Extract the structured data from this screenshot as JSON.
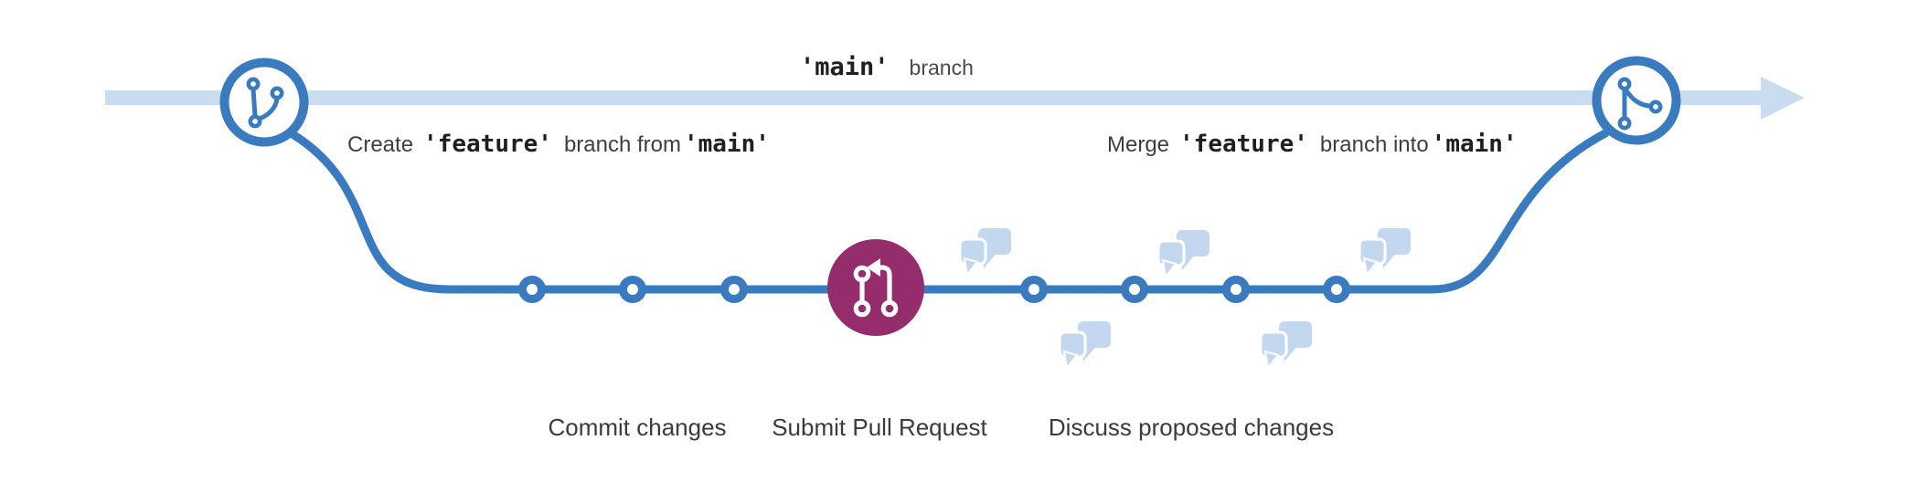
{
  "title": {
    "branch_name": "'main'",
    "suffix": "branch"
  },
  "annotations": {
    "create": {
      "prefix": "Create",
      "branch": "'feature'",
      "middle": "branch from",
      "target": "'main'"
    },
    "merge": {
      "prefix": "Merge",
      "branch": "'feature'",
      "middle": "branch into",
      "target": "'main'"
    }
  },
  "steps": {
    "commit": "Commit changes",
    "pull_request": "Submit Pull Request",
    "discuss": "Discuss proposed changes"
  },
  "diagram": {
    "commits_before_pull_request": 3,
    "commits_after_pull_request": 4,
    "discussion_bubble_groups": 5
  },
  "icons": {
    "left_node": "git-branch-icon",
    "right_node": "git-merge-icon",
    "center_node": "git-pull-request-icon",
    "discussion": "speech-bubbles-icon",
    "main_line_end": "arrow-right-icon"
  },
  "colors": {
    "branch-blue": "#3a7bbf",
    "main-line-blue": "#cadcf0",
    "bubble-blue": "#c3d8ee",
    "pr-purple": "#952c6c",
    "label-text": "#3e3e3e",
    "code-text": "#1f1f1f"
  }
}
